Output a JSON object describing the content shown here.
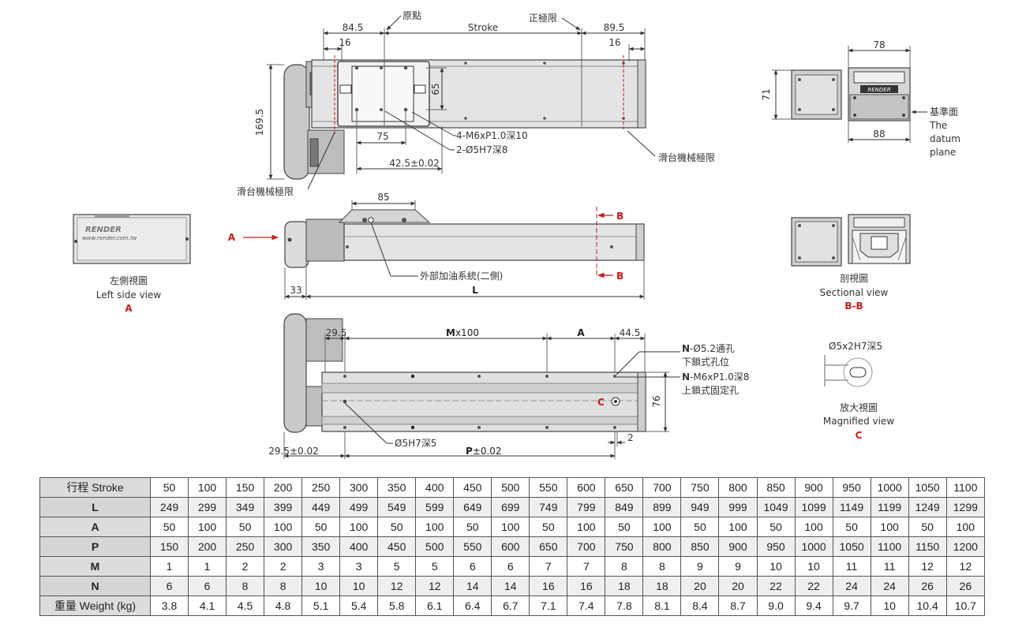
{
  "drawing": {
    "top_view": {
      "dim_84_5": "84.5",
      "dim_16_left": "16",
      "origin": "原點",
      "stroke": "Stroke",
      "positive_limit": "正極限",
      "dim_89_5": "89.5",
      "dim_16_right": "16",
      "dim_169_5": "169.5",
      "dim_65": "65",
      "dim_75": "75",
      "dim_42_5": "42.5±0.02",
      "note_m6": "4-M6xP1.0深10",
      "note_d5": "2-Ø5H7深8",
      "mech_limit_right": "滑台機械極限",
      "mech_limit_left": "滑台機械極限"
    },
    "end_view": {
      "dim_78": "78",
      "dim_71": "71",
      "dim_88": "88",
      "datum_cn": "基準面",
      "datum_en_1": "The",
      "datum_en_2": "datum",
      "datum_en_3": "plane",
      "badge": "RENDER"
    },
    "left_side": {
      "brand": "RENDER",
      "url": "www.render.com.tw",
      "title_cn": "左側視圖",
      "title_en": "Left side view",
      "letter": "A"
    },
    "side_view": {
      "dim_85": "85",
      "arrow_a": "A",
      "arrow_b_top": "B",
      "arrow_b_bottom": "B",
      "oil_note": "外部加油系統(二側)",
      "dim_33": "33",
      "dim_L": "L"
    },
    "sectional": {
      "title_cn": "剖視圖",
      "title_en": "Sectional view",
      "letter": "B-B"
    },
    "bottom_view": {
      "dim_29_5": "29.5",
      "mx_bold": "M",
      "mx_rest": "x100",
      "dim_A": "A",
      "dim_44_5": "44.5",
      "note_n1_bold": "N",
      "note_n1_rest": "-Ø5.2通孔",
      "note_n1_line2": "下鎖式孔位",
      "note_n2_bold": "N",
      "note_n2_rest": "-M6xP1.0深8",
      "note_n2_line2": "上鎖式固定孔",
      "dim_76": "76",
      "dim_2": "2",
      "letter_c": "C",
      "note_d5": "Ø5H7深5",
      "dim_29_5_tol": "29.5±0.02",
      "p_bold": "P",
      "p_rest": "±0.02"
    },
    "magnified": {
      "note": "Ø5x2H7深5",
      "title_cn": "放大視圖",
      "title_en": "Magnified view",
      "letter": "C"
    }
  },
  "table": {
    "rows": [
      {
        "label": "行程  Stroke",
        "values": [
          "50",
          "100",
          "150",
          "200",
          "250",
          "300",
          "350",
          "400",
          "450",
          "500",
          "550",
          "600",
          "650",
          "700",
          "750",
          "800",
          "850",
          "900",
          "950",
          "1000",
          "1050",
          "1100"
        ]
      },
      {
        "label": "L",
        "values": [
          "249",
          "299",
          "349",
          "399",
          "449",
          "499",
          "549",
          "599",
          "649",
          "699",
          "749",
          "799",
          "849",
          "899",
          "949",
          "999",
          "1049",
          "1099",
          "1149",
          "1199",
          "1249",
          "1299"
        ]
      },
      {
        "label": "A",
        "values": [
          "50",
          "100",
          "50",
          "100",
          "50",
          "100",
          "50",
          "100",
          "50",
          "100",
          "50",
          "100",
          "50",
          "100",
          "50",
          "100",
          "50",
          "100",
          "50",
          "100",
          "50",
          "100"
        ]
      },
      {
        "label": "P",
        "values": [
          "150",
          "200",
          "250",
          "300",
          "350",
          "400",
          "450",
          "500",
          "550",
          "600",
          "650",
          "700",
          "750",
          "800",
          "850",
          "900",
          "950",
          "1000",
          "1050",
          "1100",
          "1150",
          "1200"
        ]
      },
      {
        "label": "M",
        "values": [
          "1",
          "1",
          "2",
          "2",
          "3",
          "3",
          "5",
          "5",
          "6",
          "6",
          "7",
          "7",
          "8",
          "8",
          "9",
          "9",
          "10",
          "10",
          "11",
          "11",
          "12",
          "12"
        ]
      },
      {
        "label": "N",
        "values": [
          "6",
          "6",
          "8",
          "8",
          "10",
          "10",
          "12",
          "12",
          "14",
          "14",
          "16",
          "16",
          "18",
          "18",
          "20",
          "20",
          "22",
          "22",
          "24",
          "24",
          "26",
          "26"
        ]
      },
      {
        "label": "重量  Weight (kg)",
        "values": [
          "3.8",
          "4.1",
          "4.5",
          "4.8",
          "5.1",
          "5.4",
          "5.8",
          "6.1",
          "6.4",
          "6.7",
          "7.1",
          "7.4",
          "7.8",
          "8.1",
          "8.4",
          "8.7",
          "9.0",
          "9.4",
          "9.7",
          "10",
          "10.4",
          "10.7"
        ]
      }
    ]
  }
}
